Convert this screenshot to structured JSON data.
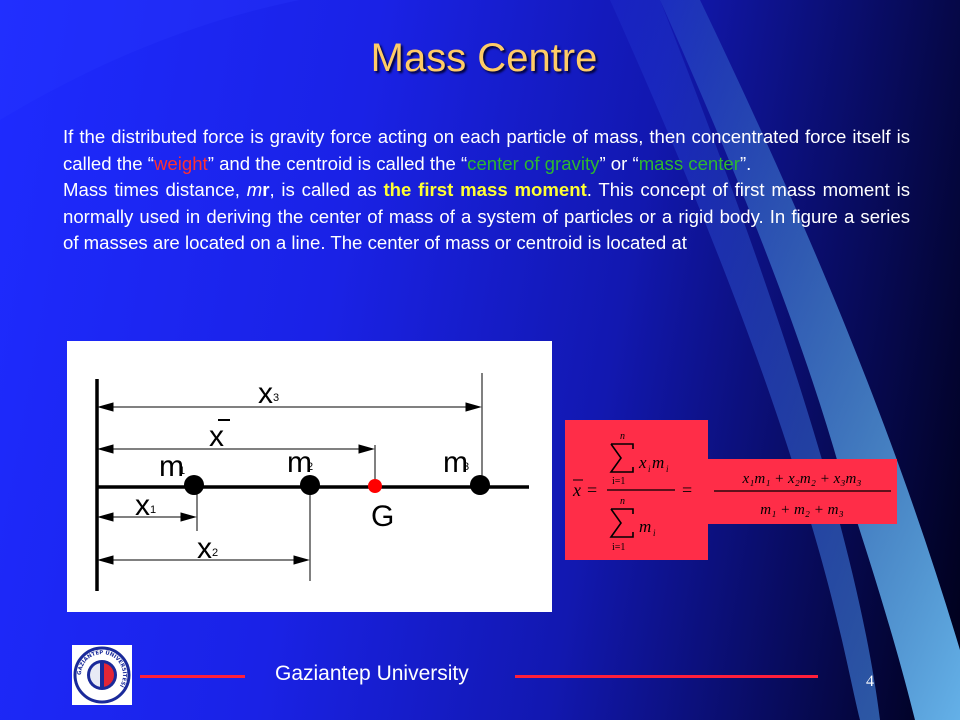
{
  "slide": {
    "title": "Mass Centre",
    "paragraph1": {
      "part1": "If the distributed force is gravity force acting on each particle of mass, then concentrated force itself is called the “",
      "weight": "weight",
      "part2": "” and the centroid is called the “",
      "center_of_gravity": "center of gravity",
      "part3": "” or “",
      "mass_center": "mass center",
      "part4": "”."
    },
    "paragraph2": {
      "part1": "Mass times distance, ",
      "m": "m",
      "r": "r",
      "part2": ", is called as ",
      "first_mass_moment": "the first mass moment",
      "part3": ". This concept of first mass moment is normally used in deriving the center of mass of a system of particles or a rigid body. In figure a series of masses are located on a line. The center of mass or centroid is located at"
    },
    "figure": {
      "label_x3": "x",
      "sub_3a": "3",
      "label_xbar": "x",
      "label_m1": "m",
      "sub_1a": "1",
      "label_m2": "m",
      "sub_2a": "2",
      "label_m3": "m",
      "sub_3b": "3",
      "label_x1": "x",
      "sub_1b": "1",
      "label_g": "G",
      "label_x2": "x",
      "sub_2b": "2"
    },
    "formula": {
      "xbar": "x",
      "equals": "=",
      "sum_top_n": "n",
      "sum_top_i1": "i=1",
      "num_left": "x",
      "num_left_sub1": "i",
      "num_left_m": "m",
      "num_left_sub2": "i",
      "sum_bot_n": "n",
      "sum_bot_i1": "i=1",
      "den_left_m": "m",
      "den_left_sub": "i",
      "equals2": "=",
      "num_right": "x₁m₁ + x₂m₂ + x₃m₃",
      "den_right": "m₁ + m₂ + m₃"
    },
    "footer": {
      "university": "Gaziantep University",
      "page_number": "4",
      "logo_text": "GAZİANTEP ÜNİVERSİTESİ"
    },
    "colors": {
      "title": "#ffcc66",
      "weight": "#ff3030",
      "center": "#2eb82e",
      "highlight": "#ffff33",
      "formula_bg": "#ff2d48",
      "footer_line": "#ff1f3a",
      "g_point": "#ff0000"
    }
  }
}
